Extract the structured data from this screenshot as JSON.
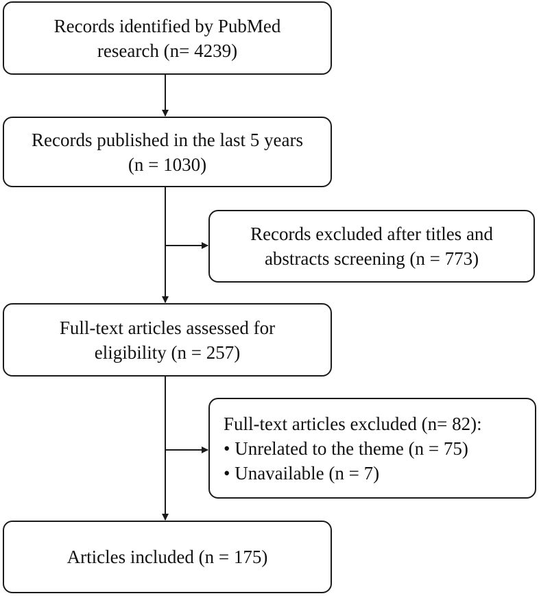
{
  "flowchart": {
    "identified": {
      "lines": [
        "Records identified by PubMed",
        "research (n= 4239)"
      ]
    },
    "last_five_years": {
      "lines": [
        "Records published in the last 5 years",
        "(n = 1030)"
      ]
    },
    "excluded_screening": {
      "lines": [
        "Records excluded after titles and",
        "abstracts screening (n = 773)"
      ]
    },
    "full_text_assessed": {
      "lines": [
        "Full-text articles assessed for",
        "eligibility  (n = 257)"
      ]
    },
    "full_text_excluded": {
      "lines": [
        "Full-text articles excluded (n= 82):",
        "• Unrelated to the theme (n = 75)",
        "• Unavailable (n = 7)"
      ]
    },
    "included": {
      "lines": [
        "Articles included (n = 175)"
      ]
    }
  }
}
